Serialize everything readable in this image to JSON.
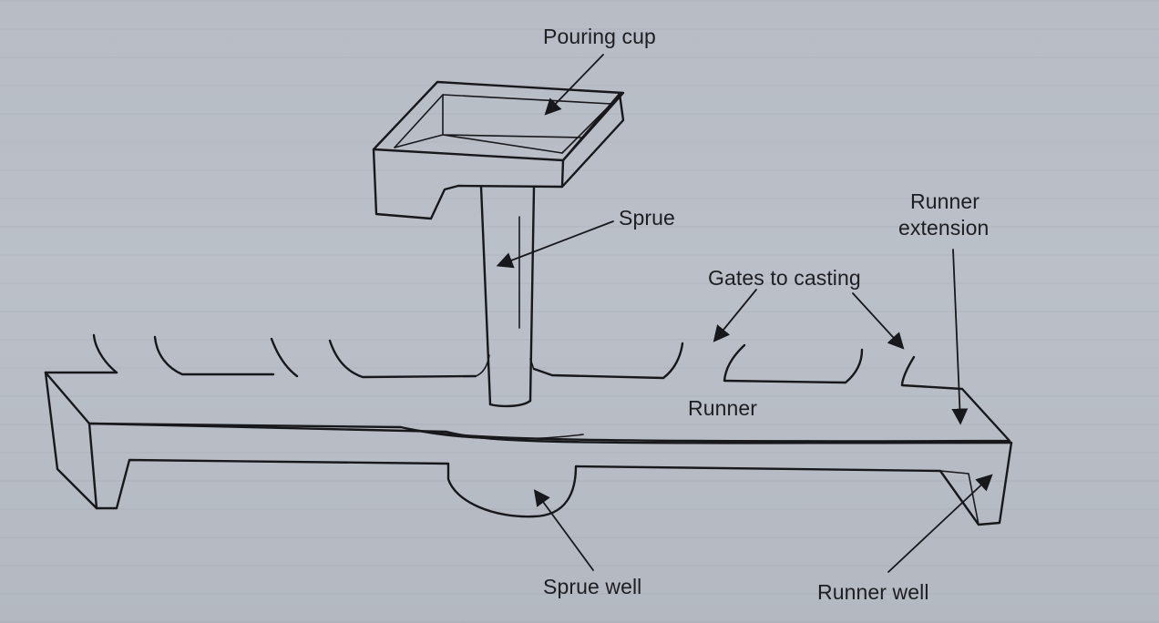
{
  "diagram": {
    "labels": {
      "pouring_cup": "Pouring cup",
      "sprue": "Sprue",
      "runner_extension_line1": "Runner",
      "runner_extension_line2": "extension",
      "gates_to_casting": "Gates to casting",
      "runner": "Runner",
      "sprue_well": "Sprue well",
      "runner_well": "Runner well"
    },
    "colors": {
      "line": "#17181c",
      "background": "#b9bec6"
    }
  }
}
